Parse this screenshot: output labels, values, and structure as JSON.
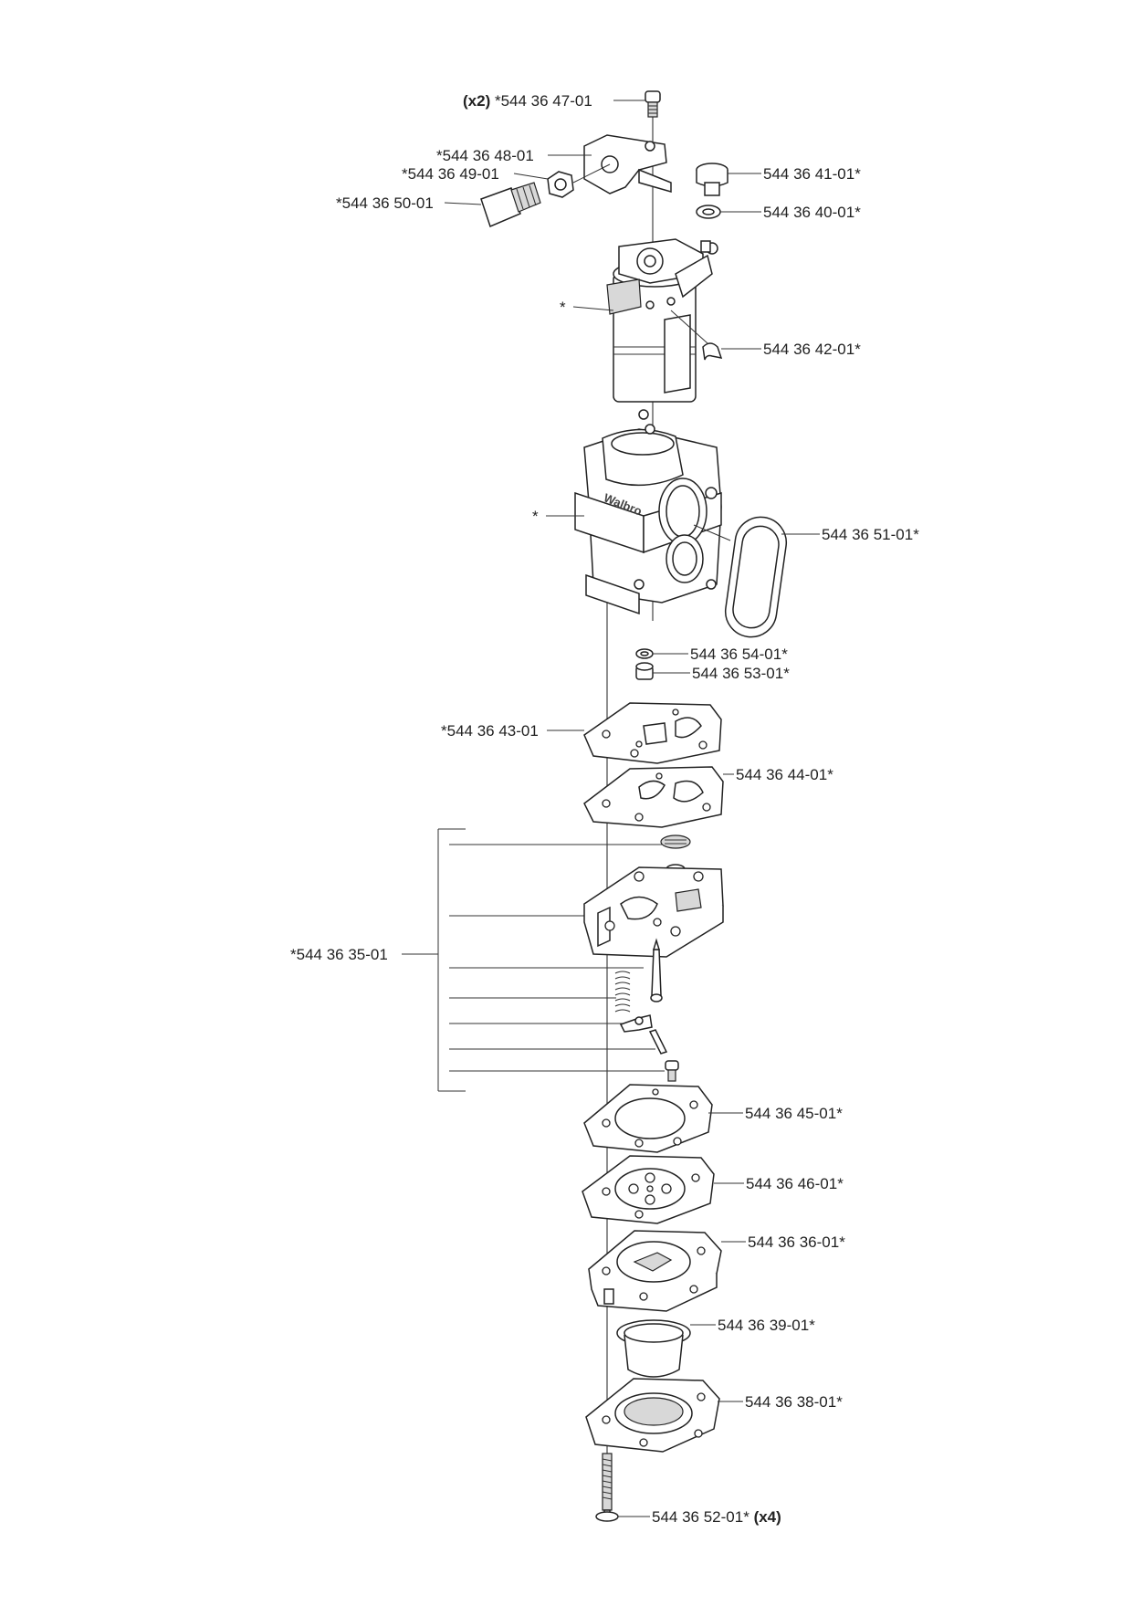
{
  "callouts": {
    "screw_lever": {
      "qty": "(x2)",
      "part": "*544 36 47-01"
    },
    "lever": "*544 36 48-01",
    "nut": "*544 36 49-01",
    "fitting": "*544 36 50-01",
    "plug": "544 36 41-01*",
    "washer_top": "544 36 40-01*",
    "throttle_assembly": "*",
    "clip": "544 36 42-01*",
    "body": "*",
    "gasket_ring": "544 36 51-01*",
    "o_ring": "544 36 54-01*",
    "jet": "544 36 53-01*",
    "gasket_1": "*544 36 43-01",
    "gasket_2": "544 36 44-01*",
    "pump_kit": "*544 36 35-01",
    "gasket_3": "544 36 45-01*",
    "diaphragm": "544 36 46-01*",
    "cover": "544 36 36-01*",
    "primer_bulb": "544 36 39-01*",
    "bulb_cover": "544 36 38-01*",
    "screw_bottom": {
      "part": "544 36 52-01*",
      "qty": "(x4)"
    }
  },
  "logo_text": "Walbro"
}
